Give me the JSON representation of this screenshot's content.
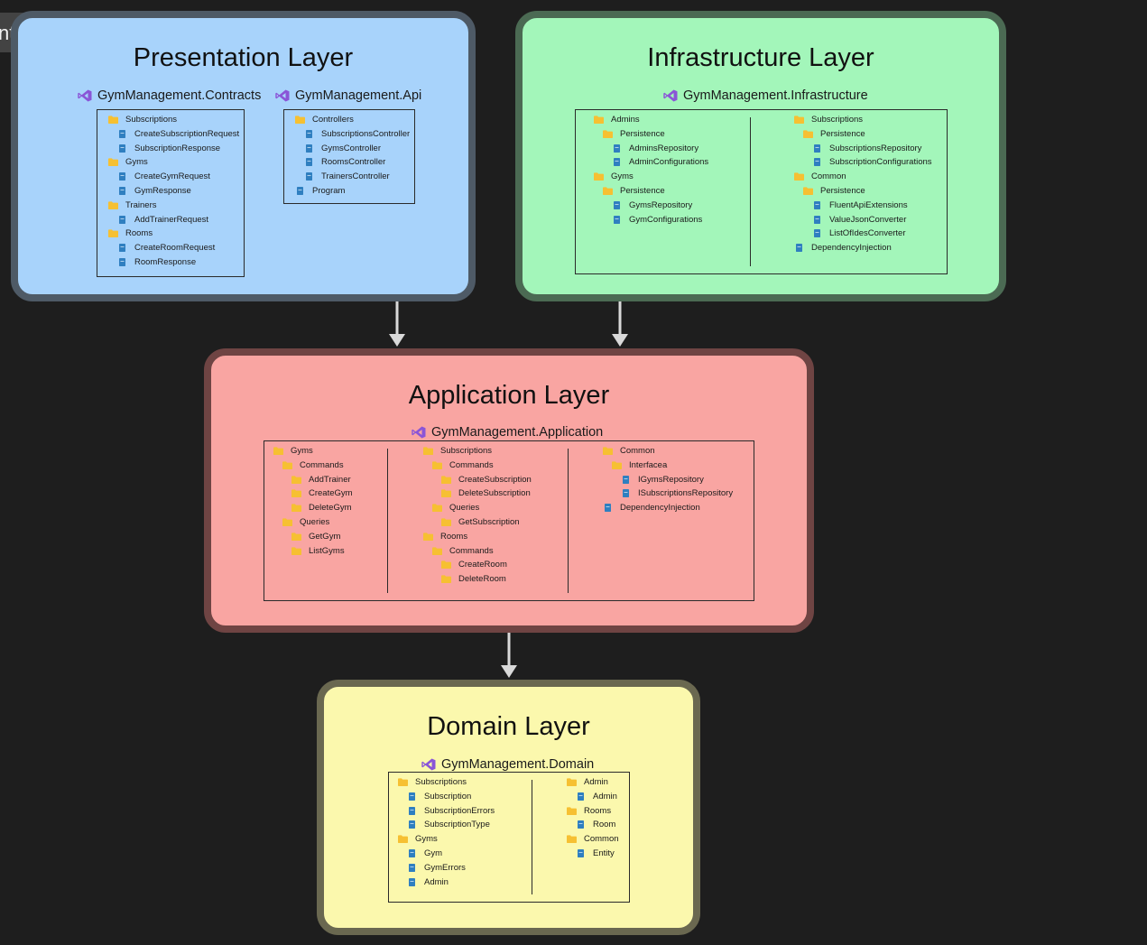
{
  "corner_text": "nti",
  "colors": {
    "background": "#1e1e1e",
    "presentation_fill": "#a8d3fb",
    "presentation_border": "#4e5a66",
    "infrastructure_fill": "#a3f6ba",
    "infrastructure_border": "#4b6a53",
    "application_fill": "#f9a5a2",
    "application_border": "#6f4443",
    "domain_fill": "#fbf8ad",
    "domain_border": "#6a6850",
    "folder": "#f6c032",
    "file": "#2f7fc0",
    "vs_purple": "#8a55d7"
  },
  "layers": {
    "presentation": {
      "title": "Presentation Layer",
      "projects": [
        "GymManagement.Contracts",
        "GymManagement.Api"
      ],
      "trees": [
        [
          [
            {
              "label": "Subscriptions",
              "type": "folder",
              "depth": 0
            },
            {
              "label": "CreateSubscriptionRequest",
              "type": "file",
              "depth": 1
            },
            {
              "label": "SubscriptionResponse",
              "type": "file",
              "depth": 1
            },
            {
              "label": "Gyms",
              "type": "folder",
              "depth": 0
            },
            {
              "label": "CreateGymRequest",
              "type": "file",
              "depth": 1
            },
            {
              "label": "GymResponse",
              "type": "file",
              "depth": 1
            },
            {
              "label": "Trainers",
              "type": "folder",
              "depth": 0
            },
            {
              "label": "AddTrainerRequest",
              "type": "file",
              "depth": 1
            },
            {
              "label": "Rooms",
              "type": "folder",
              "depth": 0
            },
            {
              "label": "CreateRoomRequest",
              "type": "file",
              "depth": 1
            },
            {
              "label": "RoomResponse",
              "type": "file",
              "depth": 1
            }
          ]
        ],
        [
          [
            {
              "label": "Controllers",
              "type": "folder",
              "depth": 0
            },
            {
              "label": "SubscriptionsController",
              "type": "file",
              "depth": 1
            },
            {
              "label": "GymsController",
              "type": "file",
              "depth": 1
            },
            {
              "label": "RoomsController",
              "type": "file",
              "depth": 1
            },
            {
              "label": "TrainersController",
              "type": "file",
              "depth": 1
            },
            {
              "label": "Program",
              "type": "file",
              "depth": 0
            }
          ]
        ]
      ]
    },
    "infrastructure": {
      "title": "Infrastructure Layer",
      "projects": [
        "GymManagement.Infrastructure"
      ],
      "trees": [
        [
          [
            {
              "label": "Admins",
              "type": "folder",
              "depth": 0
            },
            {
              "label": "Persistence",
              "type": "folder",
              "depth": 1
            },
            {
              "label": "AdminsRepository",
              "type": "file",
              "depth": 2
            },
            {
              "label": "AdminConfigurations",
              "type": "file",
              "depth": 2
            },
            {
              "label": "Gyms",
              "type": "folder",
              "depth": 0
            },
            {
              "label": "Persistence",
              "type": "folder",
              "depth": 1
            },
            {
              "label": "GymsRepository",
              "type": "file",
              "depth": 2
            },
            {
              "label": "GymConfigurations",
              "type": "file",
              "depth": 2
            }
          ],
          [
            {
              "label": "Subscriptions",
              "type": "folder",
              "depth": 0
            },
            {
              "label": "Persistence",
              "type": "folder",
              "depth": 1
            },
            {
              "label": "SubscriptionsRepository",
              "type": "file",
              "depth": 2
            },
            {
              "label": "SubscriptionConfigurations",
              "type": "file",
              "depth": 2
            },
            {
              "label": "Common",
              "type": "folder",
              "depth": 0
            },
            {
              "label": "Persistence",
              "type": "folder",
              "depth": 1
            },
            {
              "label": "FluentApiExtensions",
              "type": "file",
              "depth": 2
            },
            {
              "label": "ValueJsonConverter",
              "type": "file",
              "depth": 2
            },
            {
              "label": "ListOfIdesConverter",
              "type": "file",
              "depth": 2
            },
            {
              "label": "DependencyInjection",
              "type": "file",
              "depth": 0
            }
          ]
        ]
      ]
    },
    "application": {
      "title": "Application Layer",
      "projects": [
        "GymManagement.Application"
      ],
      "trees": [
        [
          [
            {
              "label": "Gyms",
              "type": "folder",
              "depth": 0
            },
            {
              "label": "Commands",
              "type": "folder",
              "depth": 1
            },
            {
              "label": "AddTrainer",
              "type": "folder",
              "depth": 2
            },
            {
              "label": "CreateGym",
              "type": "folder",
              "depth": 2
            },
            {
              "label": "DeleteGym",
              "type": "folder",
              "depth": 2
            },
            {
              "label": "Queries",
              "type": "folder",
              "depth": 1
            },
            {
              "label": "GetGym",
              "type": "folder",
              "depth": 2
            },
            {
              "label": "ListGyms",
              "type": "folder",
              "depth": 2
            }
          ],
          [
            {
              "label": "Subscriptions",
              "type": "folder",
              "depth": 0
            },
            {
              "label": "Commands",
              "type": "folder",
              "depth": 1
            },
            {
              "label": "CreateSubscription",
              "type": "folder",
              "depth": 2
            },
            {
              "label": "DeleteSubscription",
              "type": "folder",
              "depth": 2
            },
            {
              "label": "Queries",
              "type": "folder",
              "depth": 1
            },
            {
              "label": "GetSubscription",
              "type": "folder",
              "depth": 2
            },
            {
              "label": "Rooms",
              "type": "folder",
              "depth": 0
            },
            {
              "label": "Commands",
              "type": "folder",
              "depth": 1
            },
            {
              "label": "CreateRoom",
              "type": "folder",
              "depth": 2
            },
            {
              "label": "DeleteRoom",
              "type": "folder",
              "depth": 2
            }
          ],
          [
            {
              "label": "Common",
              "type": "folder",
              "depth": 0
            },
            {
              "label": "Interfacea",
              "type": "folder",
              "depth": 1
            },
            {
              "label": "IGymsRepository",
              "type": "file",
              "depth": 2
            },
            {
              "label": "ISubscriptionsRepository",
              "type": "file",
              "depth": 2
            },
            {
              "label": "DependencyInjection",
              "type": "file",
              "depth": 0
            }
          ]
        ]
      ]
    },
    "domain": {
      "title": "Domain Layer",
      "projects": [
        "GymManagement.Domain"
      ],
      "trees": [
        [
          [
            {
              "label": "Subscriptions",
              "type": "folder",
              "depth": 0
            },
            {
              "label": "Subscription",
              "type": "file",
              "depth": 1
            },
            {
              "label": "SubscriptionErrors",
              "type": "file",
              "depth": 1
            },
            {
              "label": "SubscriptionType",
              "type": "file",
              "depth": 1
            },
            {
              "label": "Gyms",
              "type": "folder",
              "depth": 0
            },
            {
              "label": "Gym",
              "type": "file",
              "depth": 1
            },
            {
              "label": "GymErrors",
              "type": "file",
              "depth": 1
            },
            {
              "label": "Admin",
              "type": "file",
              "depth": 1
            }
          ],
          [
            {
              "label": "Admin",
              "type": "folder",
              "depth": 0
            },
            {
              "label": "Admin",
              "type": "file",
              "depth": 1
            },
            {
              "label": "Rooms",
              "type": "folder",
              "depth": 0
            },
            {
              "label": "Room",
              "type": "file",
              "depth": 1
            },
            {
              "label": "Common",
              "type": "folder",
              "depth": 0
            },
            {
              "label": "Entity",
              "type": "file",
              "depth": 1
            }
          ]
        ]
      ]
    }
  }
}
